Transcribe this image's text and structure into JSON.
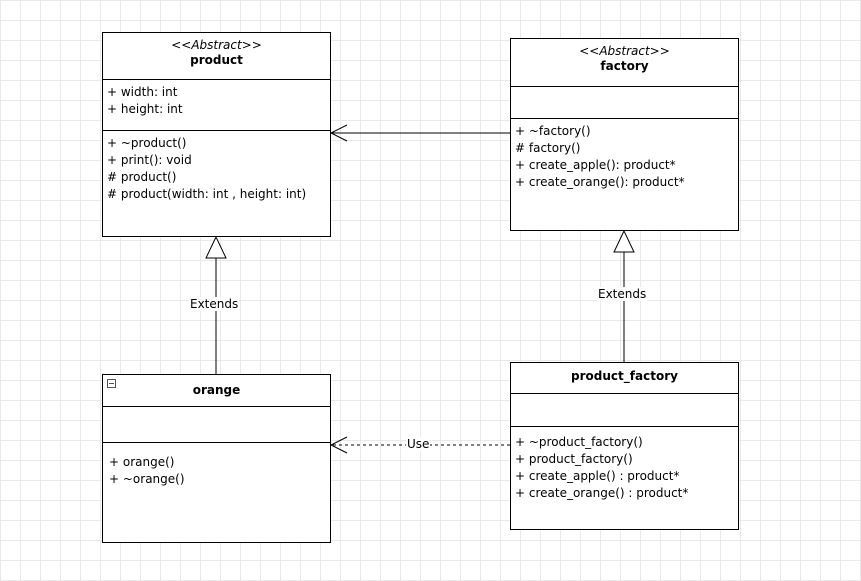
{
  "classes": {
    "product": {
      "stereotype": "<<Abstract>>",
      "name": "product",
      "attributes": [
        "+ width: int",
        "+ height: int"
      ],
      "methods": [
        "+ ~product()",
        "+ print(): void",
        "# product()",
        "# product(width: int , height: int)"
      ]
    },
    "factory": {
      "stereotype": "<<Abstract>>",
      "name": "factory",
      "methods": [
        "+ ~factory()",
        "# factory()",
        "+ create_apple(): product*",
        "+ create_orange(): product*"
      ]
    },
    "orange": {
      "name": "orange",
      "methods": [
        "+ orange()",
        "+ ~orange()"
      ]
    },
    "product_factory": {
      "name": "product_factory",
      "methods": [
        "+ ~product_factory()",
        "+ product_factory()",
        "+ create_apple() : product*",
        "+ create_orange() : product*"
      ]
    }
  },
  "relations": {
    "orange_extends": "Extends",
    "factory_extends": "Extends",
    "use": "Use"
  }
}
